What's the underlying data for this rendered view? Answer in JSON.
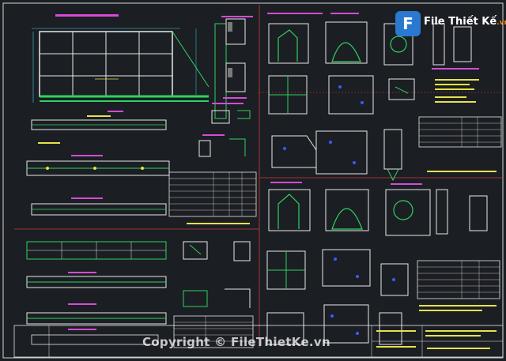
{
  "logo": {
    "icon": "F",
    "name": "File Thiết Kế",
    "domain": ".vn"
  },
  "watermark": "Copyright © FileThietKe.vn",
  "colors": {
    "background": "#1b1e23",
    "frame": "#d6d6d6",
    "divider": "#d43b3b",
    "green": "#2fd35f",
    "cyan": "#39d3e0",
    "magenta": "#d64bd6",
    "yellow": "#e6e24a",
    "blue": "#3a5cff",
    "white": "#e8e8e8"
  }
}
